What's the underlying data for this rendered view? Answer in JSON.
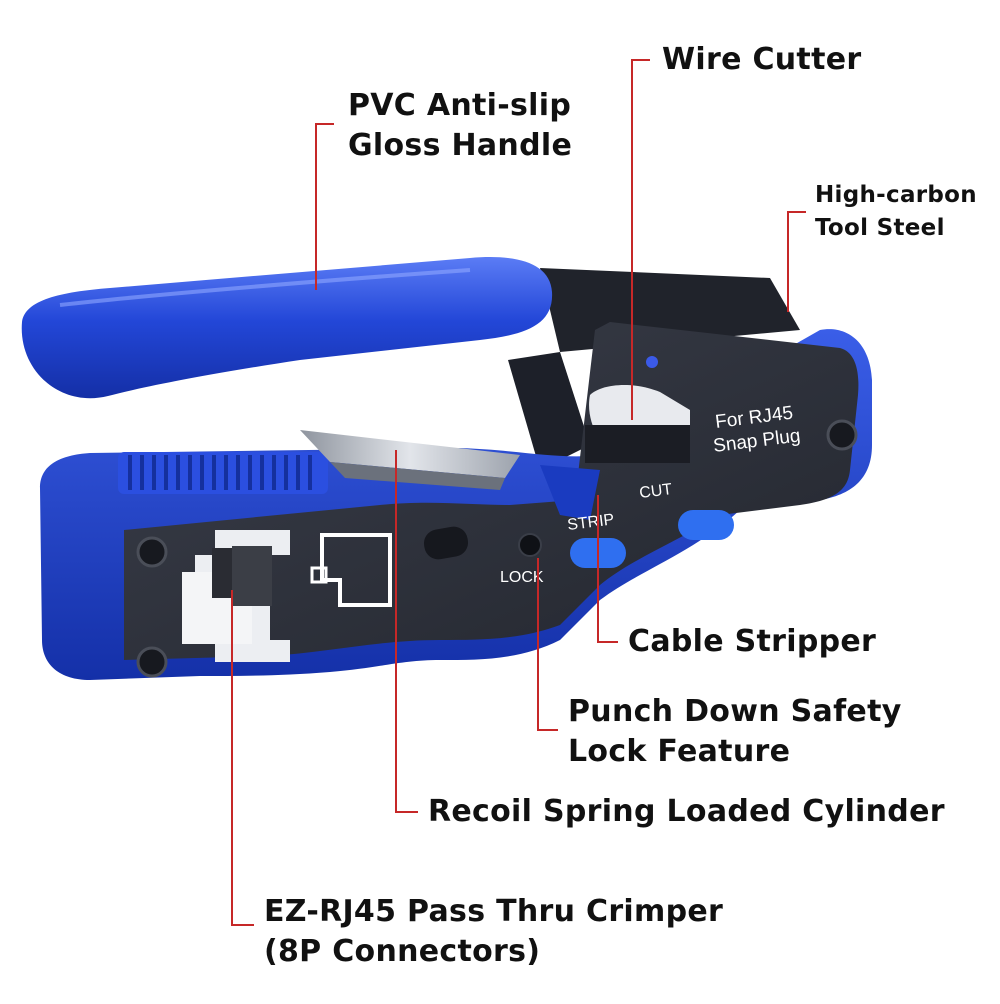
{
  "colors": {
    "leader": "#c62828",
    "handle_blue": "#1c3fd0",
    "handle_blue_light": "#4a6cf0",
    "body_dark": "#2a2d36",
    "steel_dark": "#1b1d24",
    "steel_light": "#b9bec8",
    "marking": "#ffffff"
  },
  "callouts": {
    "wire_cutter": [
      "Wire Cutter"
    ],
    "pvc_handle": [
      "PVC Anti-slip",
      "Gloss Handle"
    ],
    "high_carbon": [
      "High-carbon",
      "Tool Steel"
    ],
    "cable_stripper": [
      "Cable Stripper"
    ],
    "punch_down": [
      "Punch Down Safety",
      "Lock Feature"
    ],
    "recoil_spring": [
      "Recoil Spring Loaded Cylinder"
    ],
    "ez_rj45": [
      "EZ-RJ45 Pass Thru Crimper",
      "(8P Connectors)"
    ]
  },
  "tool_markings": {
    "for_rj45": [
      "For RJ45",
      "Snap Plug"
    ],
    "cut": "CUT",
    "strip": "STRIP",
    "lock": "LOCK"
  }
}
